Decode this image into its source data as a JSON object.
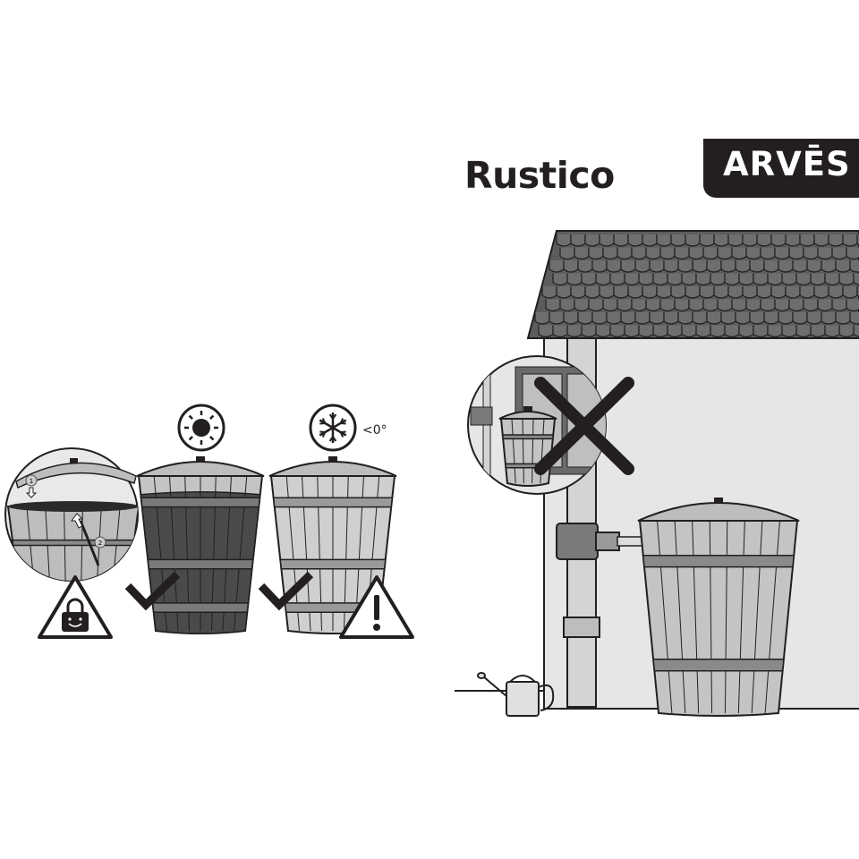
{
  "title": "Rustico",
  "brand": "ARVĒS",
  "temperature_label": "<0°",
  "steps": [
    "1",
    "2"
  ],
  "colors": {
    "dark": "#231f20",
    "barrel_light": "#c9c9c9",
    "barrel_dark": "#5a5a5a",
    "wall": "#e6e6e6",
    "roof": "#5c5c5c"
  }
}
